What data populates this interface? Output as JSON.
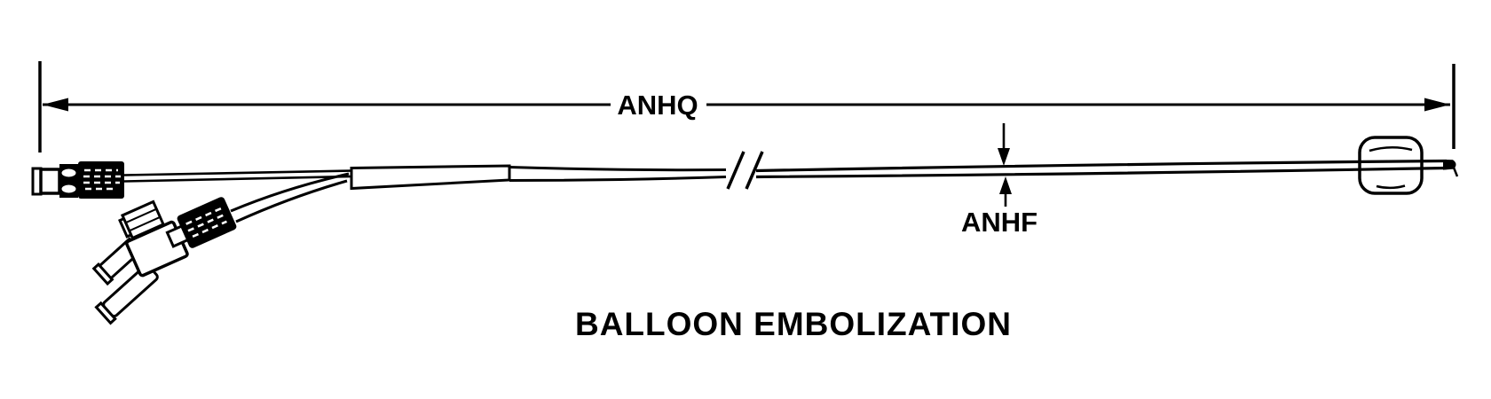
{
  "figure": {
    "title": "BALLOON EMBOLIZATION",
    "labels": {
      "length_dimension": "ANHQ",
      "diameter_dimension": "ANHF"
    },
    "colors": {
      "ink": "#000000",
      "background": "#ffffff"
    },
    "parts": {
      "hub": "luer-hub-connector",
      "stopcock": "three-way-stopcock",
      "shaft": "catheter-shaft",
      "break": "shaft-break-marks",
      "balloon": "embolization-balloon",
      "tip": "catheter-tip"
    }
  }
}
